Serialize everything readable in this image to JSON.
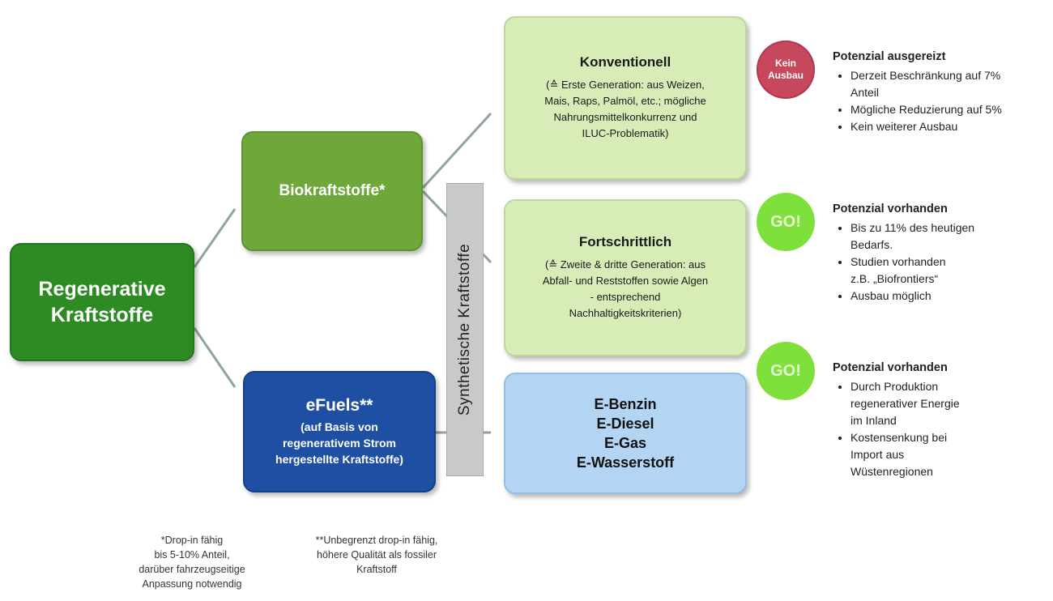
{
  "root": {
    "title": "Regenerative\nKraftstoffe"
  },
  "biokraftstoffe": {
    "title": "Biokraftstoffe*"
  },
  "efuels": {
    "title": "eFuels**",
    "subtitle": "(auf Basis von\nregenerativem Strom\nhergestellte Kraftstoffe)"
  },
  "synthetic_bar": {
    "label": "Synthetische Kraftstoffe"
  },
  "konventionell": {
    "title": "Konventionell",
    "description": "(≙ Erste Generation: aus Weizen,\nMais, Raps, Palmöl, etc.; mögliche\nNahrungsmittelkonkurrenz und\nILUC-Problematik)"
  },
  "fortschrittlich": {
    "title": "Fortschrittlich",
    "description": "(≙ Zweite & dritte Generation: aus\nAbfall- und Reststoffen sowie Algen\n- entsprechend\nNachhaltigkeitskriterien)"
  },
  "efuel_types": {
    "items": [
      "E-Benzin",
      "E-Diesel",
      "E-Gas",
      "E-Wasserstoff"
    ]
  },
  "badges": {
    "kein_ausbau": {
      "text": "Kein\nAusbau",
      "color": "#c7475c"
    },
    "go_1": {
      "text": "GO!",
      "color": "#7ee03a"
    },
    "go_2": {
      "text": "GO!",
      "color": "#7ee03a"
    }
  },
  "status": {
    "konventionell": {
      "title": "Potenzial ausgereizt",
      "bullets": [
        "Derzeit Beschränkung auf 7%\nAnteil",
        "Mögliche Reduzierung auf 5%",
        "Kein weiterer Ausbau"
      ]
    },
    "fortschrittlich": {
      "title": "Potenzial vorhanden",
      "bullets": [
        "Bis zu 11% des heutigen\nBedarfs.",
        "Studien vorhanden\nz.B. „Biofrontiers“",
        "Ausbau möglich"
      ]
    },
    "efuels": {
      "title": "Potenzial vorhanden",
      "bullets": [
        "Durch Produktion\nregenerativer Energie\nim Inland",
        "Kostensenkung bei\nImport aus\nWüstenregionen"
      ]
    }
  },
  "footnotes": {
    "bio": "*Drop-in fähig\nbis 5-10% Anteil,\ndarüber fahrzeugseitige\nAnpassung notwendig",
    "efuel": "**Unbegrenzt drop-in fähig,\nhöhere Qualität als fossiler\nKraftstoff"
  },
  "colors": {
    "root": "#2e8b24",
    "biokraftstoffe": "#6ea83a",
    "efuels": "#1f4fa3",
    "leaf_green": "#d8ecb8",
    "leaf_blue": "#b3d4f2",
    "connector": "#8fa59a"
  }
}
